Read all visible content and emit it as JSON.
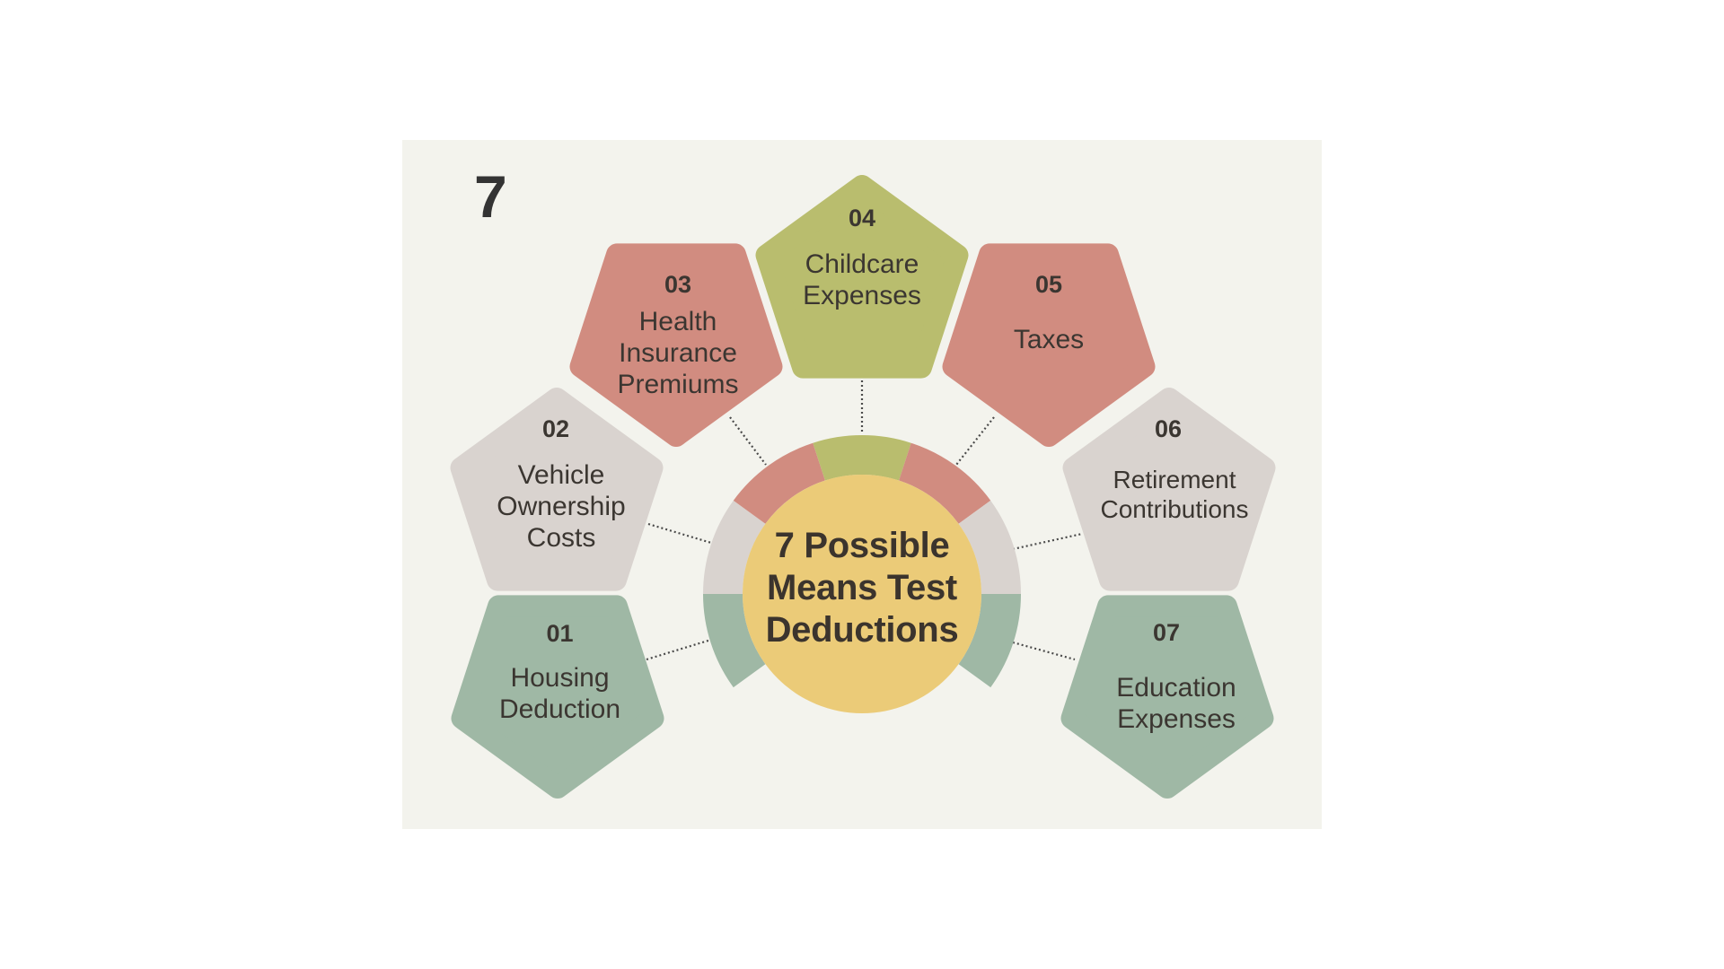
{
  "corner_number": "7",
  "center": {
    "title": "7 Possible\nMeans Test\nDeductions",
    "color": "#ebcb78"
  },
  "colors": {
    "background": "#ffffff",
    "panel": "#f3f3ed",
    "green": "#9fb8a5",
    "gray": "#d9d3cf",
    "red": "#d18c80",
    "olive": "#b9bd6e",
    "yellow": "#ebcb78",
    "text": "#3b3631"
  },
  "items": [
    {
      "number": "01",
      "label": "Housing\nDeduction",
      "color": "#9fb8a5"
    },
    {
      "number": "02",
      "label": "Vehicle\nOwnership\nCosts",
      "color": "#d9d3cf"
    },
    {
      "number": "03",
      "label": "Health\nInsurance\nPremiums",
      "color": "#d18c80"
    },
    {
      "number": "04",
      "label": "Childcare\nExpenses",
      "color": "#b9bd6e"
    },
    {
      "number": "05",
      "label": "Taxes",
      "color": "#d18c80"
    },
    {
      "number": "06",
      "label": "Retirement\nContributions",
      "color": "#d9d3cf"
    },
    {
      "number": "07",
      "label": "Education\nExpenses",
      "color": "#9fb8a5"
    }
  ]
}
